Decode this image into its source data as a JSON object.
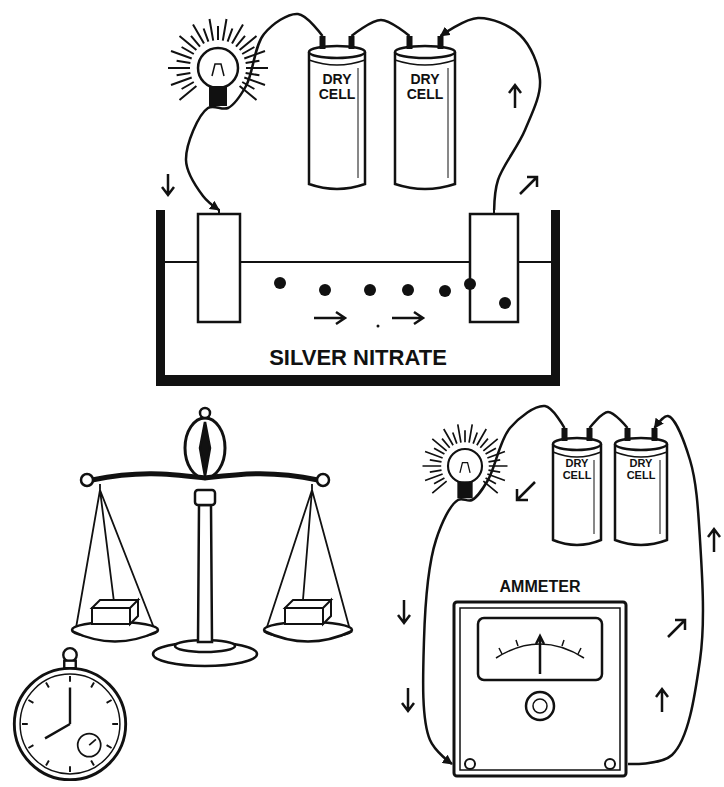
{
  "diagram": {
    "nodes": [
      {
        "text": [
          "DRY CELL"
        ]
      },
      {
        "text": [
          "DRY CELL"
        ]
      },
      {
        "text": [
          "SILVER NITRATE"
        ]
      },
      {
        "text": [
          "DRY CELL"
        ]
      },
      {
        "text": [
          "DRY CELL"
        ]
      },
      {
        "text": [
          "AMMETER"
        ]
      }
    ],
    "edges": [
      {
        "from": 0,
        "to": 1,
        "arrow": "none"
      },
      {
        "from": 0,
        "to": 2,
        "arrow": "to"
      },
      {
        "from": 2,
        "to": 1,
        "arrow": "to"
      },
      {
        "from": 3,
        "to": 4,
        "arrow": "none"
      },
      {
        "from": 3,
        "to": 5,
        "arrow": "to"
      },
      {
        "from": 5,
        "to": 4,
        "arrow": "to"
      }
    ]
  }
}
